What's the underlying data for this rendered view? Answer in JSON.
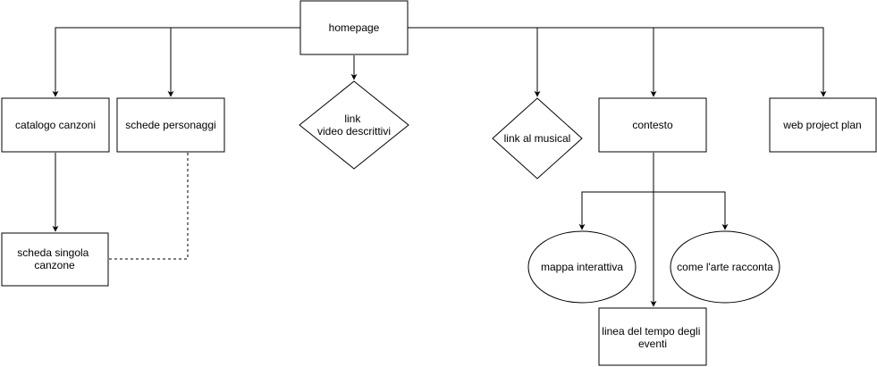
{
  "nodes": {
    "homepage": "homepage",
    "catalogo": "catalogo canzoni",
    "schede": "schede personaggi",
    "link_video": [
      "link",
      "video descrittivi"
    ],
    "link_musical": "link al musical",
    "contesto": "contesto",
    "web_project": "web project plan",
    "scheda_singola": [
      "scheda singola",
      "canzone"
    ],
    "mappa": "mappa interattiva",
    "arte": "come l'arte racconta",
    "linea_tempo": [
      "linea del tempo degli",
      "eventi"
    ]
  },
  "colors": {
    "stroke": "#000000",
    "fill": "#ffffff",
    "text": "#000000"
  }
}
